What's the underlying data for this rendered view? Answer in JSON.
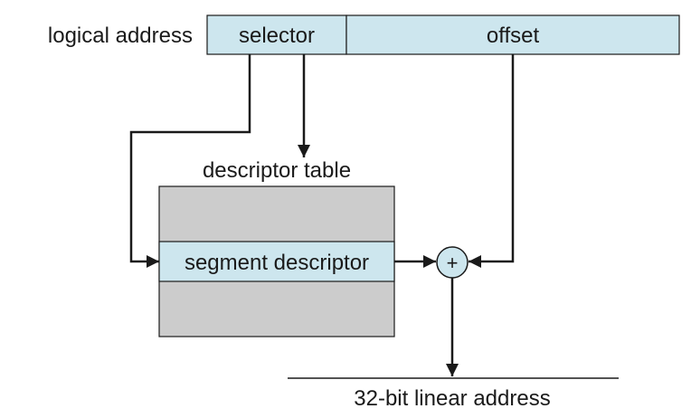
{
  "diagram": {
    "logical_address_label": "logical address",
    "selector_label": "selector",
    "offset_label": "offset",
    "descriptor_table_label": "descriptor table",
    "segment_descriptor_label": "segment descriptor",
    "adder_symbol": "+",
    "linear_address_label": "32-bit linear address"
  },
  "colors": {
    "field_fill": "#cde6ee",
    "table_fill": "#cccccc",
    "line": "#1a1a1a"
  }
}
